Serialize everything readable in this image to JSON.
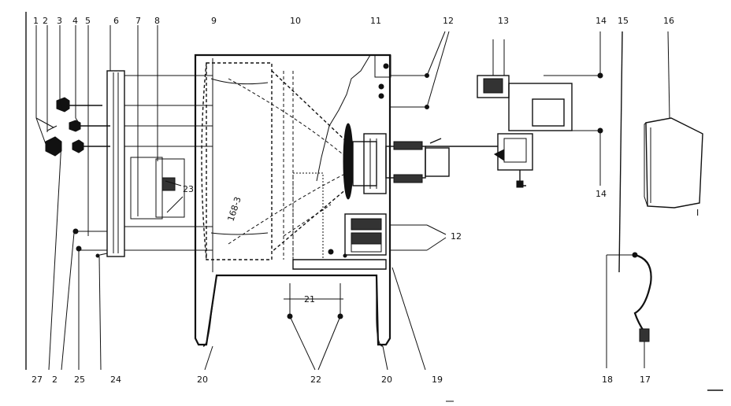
{
  "callouts": {
    "c1": "1",
    "c2a": "2",
    "c3": "3",
    "c4": "4",
    "c5": "5",
    "c6": "6",
    "c7": "7",
    "c8": "8",
    "c9": "9",
    "c10": "10",
    "c11": "11",
    "c12a": "12",
    "c12b": "12",
    "c13": "13",
    "c14a": "14",
    "c14b": "14",
    "c15": "15",
    "c16": "16",
    "c17": "17",
    "c18": "18",
    "c19": "19",
    "c20a": "20",
    "c20b": "20",
    "c21": "21",
    "c22": "22",
    "c23": "23",
    "c24": "24",
    "c25": "25",
    "c27": "27",
    "c2b": "2",
    "cI": "I"
  },
  "chassis_text": "168-3"
}
